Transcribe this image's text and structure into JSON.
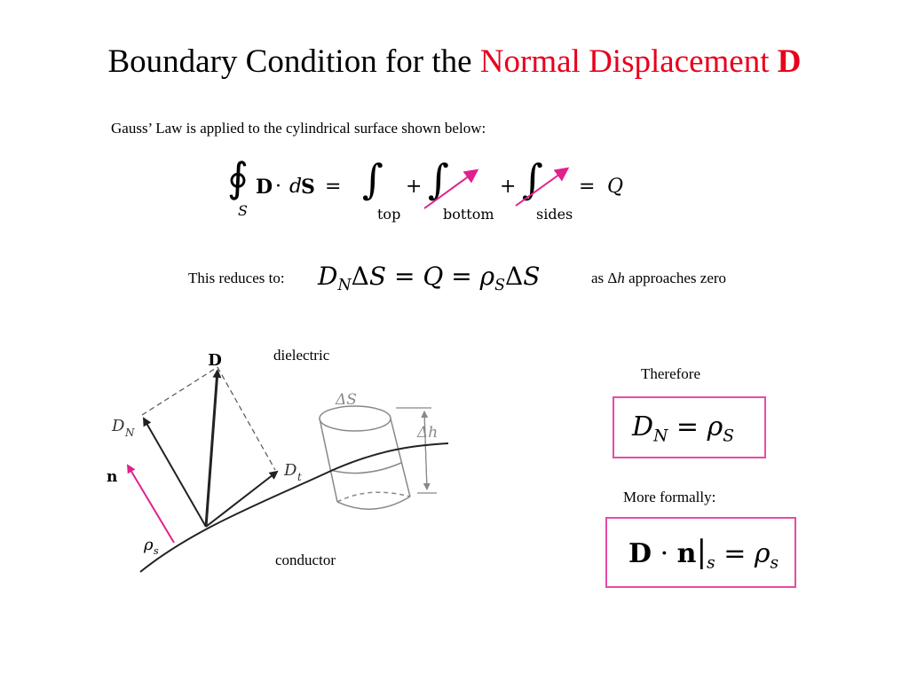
{
  "title": {
    "prefix": "Boundary Condition for the ",
    "highlight": "Normal Displacement ",
    "bold": "D"
  },
  "intro": "Gauss’ Law is applied to the cylindrical surface shown below:",
  "gauss": {
    "integral": "∮",
    "lower": "S",
    "lhs_D": "D",
    "dot": "·",
    "d": "d",
    "S": "S",
    "eq": "=",
    "int": "∫",
    "plus": "+",
    "top": "top",
    "bottom": "bottom",
    "sides": "sides",
    "Q": "Q"
  },
  "reduces": {
    "label": "This reduces to:",
    "D": "D",
    "N": "N",
    "delta": "Δ",
    "S": "S",
    "eq": "=",
    "Q": "Q",
    "rho": "ρ",
    "rho_sub": "S",
    "as_prefix": "as Δ",
    "as_h": "h",
    "as_suffix": " approaches zero"
  },
  "diagram": {
    "D": "D",
    "DN": "D",
    "DN_sub": "N",
    "Dt": "D",
    "Dt_sub": "t",
    "n": "n",
    "rho": "ρ",
    "rho_sub": "s",
    "deltaS": "ΔS",
    "deltah": "Δh",
    "dielectric": "dielectric",
    "conductor": "conductor"
  },
  "therefore": {
    "label": "Therefore",
    "D": "D",
    "N": "N",
    "eq": "=",
    "rho": "ρ",
    "sub": "S"
  },
  "formal": {
    "label": "More formally:",
    "D": "D",
    "dot": "·",
    "n": "n",
    "bar": "|",
    "s": "s",
    "eq": "=",
    "rho": "ρ",
    "sub": "s"
  },
  "colors": {
    "accent_red": "#e8001c",
    "box_border": "#e84aa6",
    "strike": "#e0208c",
    "normal_arrow": "#e0208c",
    "cylinder": "#888888"
  }
}
